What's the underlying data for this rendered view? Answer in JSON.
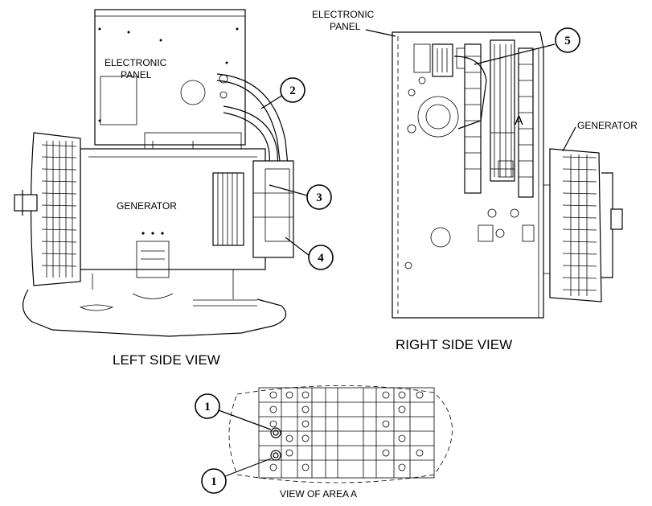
{
  "labels": {
    "left_electronic_panel": [
      "ELECTRONIC",
      "PANEL"
    ],
    "left_generator": "GENERATOR",
    "right_electronic_panel": [
      "ELECTRONIC",
      "PANEL"
    ],
    "right_generator": "GENERATOR",
    "area_marker": "A"
  },
  "captions": {
    "left_view": "LEFT SIDE VIEW",
    "right_view": "RIGHT SIDE VIEW",
    "area_view": "VIEW OF AREA  A"
  },
  "callouts": {
    "c2": "2",
    "c3": "3",
    "c4": "4",
    "c5": "5",
    "c1_top": "1",
    "c1_bottom": "1"
  }
}
